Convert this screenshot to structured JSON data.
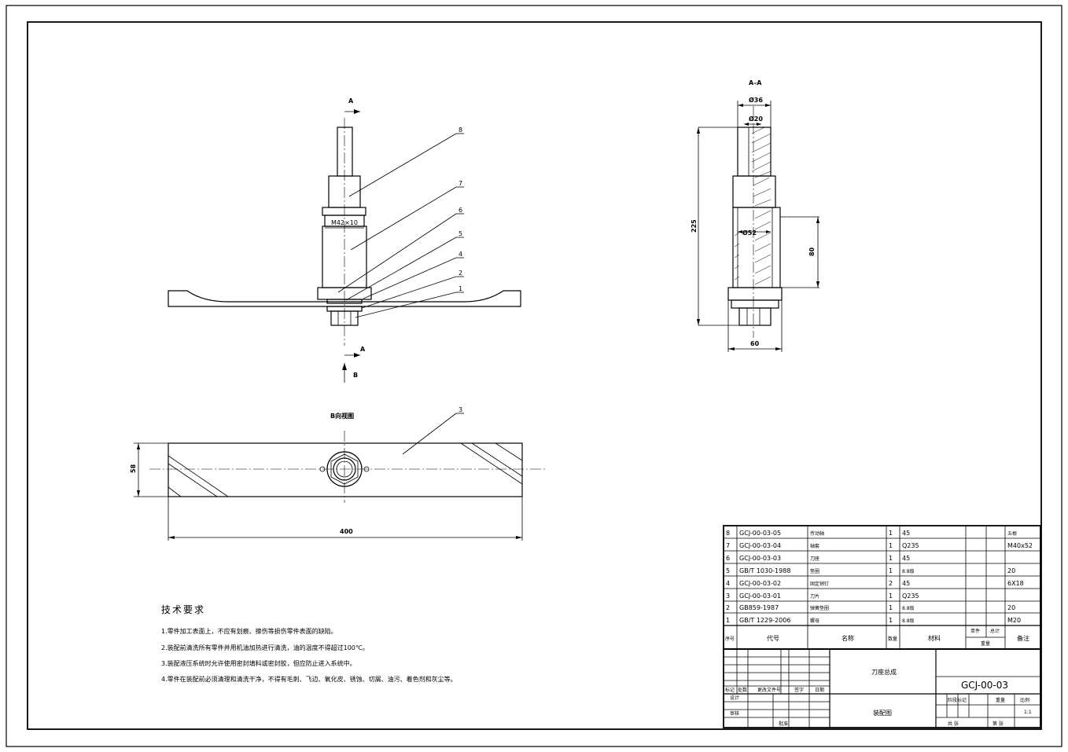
{
  "views": {
    "section_mark_top": "A",
    "section_mark_bottom": "A",
    "view_arrow": "B",
    "section_title": "A–A",
    "bottom_view_title": "B向视图"
  },
  "dims": {
    "thread": "M42×10",
    "d36": "Ø36",
    "d20": "Ø20",
    "d52": "Ø52",
    "h225": "225",
    "h80": "80",
    "w60": "60",
    "w58": "58",
    "w400": "400"
  },
  "balloons": [
    "8",
    "7",
    "6",
    "5",
    "4",
    "2",
    "1",
    "3"
  ],
  "tech": {
    "title": "技术要求",
    "lines": [
      "1.零件加工表面上，不应有划痕、擦伤等损伤零件表面的缺陷。",
      "2.装配前清洗所有零件并用机油加热进行清洗，油的温度不得超过100℃。",
      "3.装配液压系统时允许使用密封填料或密封胶，但应防止进入系统中。",
      "4.零件在装配前必须清理和清洗干净，不得有毛刺、飞边、氧化皮、锈蚀、切屑、油污、着色剂和灰尘等。"
    ]
  },
  "bom": {
    "rows": [
      {
        "no": "8",
        "code": "GCJ-00-03-05",
        "name": "传动轴",
        "qty": "1",
        "mat": "45",
        "note": "五根"
      },
      {
        "no": "7",
        "code": "GCJ-00-03-04",
        "name": "轴套",
        "qty": "1",
        "mat": "Q235",
        "note": "M40x52"
      },
      {
        "no": "6",
        "code": "GCJ-00-03-03",
        "name": "刀座",
        "qty": "1",
        "mat": "45",
        "note": ""
      },
      {
        "no": "5",
        "code": "GB/T 1030-1988",
        "name": "垫圈",
        "qty": "1",
        "mat": "8.8级",
        "note": "20"
      },
      {
        "no": "4",
        "code": "GCJ-00-03-02",
        "name": "固定销钉",
        "qty": "2",
        "mat": "45",
        "note": "6X18"
      },
      {
        "no": "3",
        "code": "GCJ-00-03-01",
        "name": "刀片",
        "qty": "1",
        "mat": "Q235",
        "note": ""
      },
      {
        "no": "2",
        "code": "GB859-1987",
        "name": "弹簧垫圈",
        "qty": "1",
        "mat": "8.8级",
        "note": "20"
      },
      {
        "no": "1",
        "code": "GB/T 1229-2006",
        "name": "螺母",
        "qty": "1",
        "mat": "8.8级",
        "note": "M20"
      }
    ],
    "header": {
      "no": "序号",
      "code": "代号",
      "name": "名称",
      "qty": "数量",
      "mat": "材料",
      "single": "单件",
      "total": "总计",
      "weight": "重量",
      "note": "备注"
    }
  },
  "title_block": {
    "assembly_name": "刀座总成",
    "drawing_no": "GCJ-00-03",
    "drawing_type": "装配图",
    "ratio": "1:1",
    "h_mark": "标记",
    "h_count": "处数",
    "h_zone": "更改文件号",
    "h_sign": "签字",
    "h_date": "日期",
    "h_design": "设计",
    "h_check": "审核",
    "h_stage": "阶段标记",
    "h_weight": "重量",
    "h_ratio": "比例",
    "h_sheet_total": "共 张",
    "h_sheet_no": "第 张",
    "h_approve": "批准"
  }
}
